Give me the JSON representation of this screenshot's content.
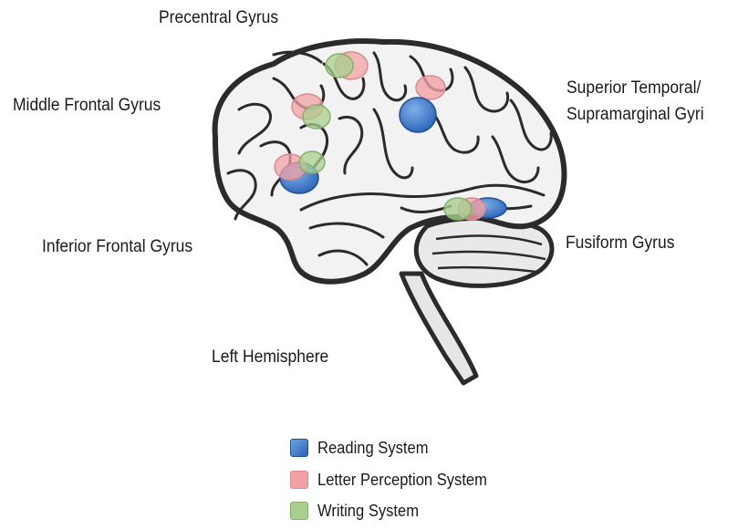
{
  "labels": {
    "precentral": "Precentral Gyrus",
    "middle_frontal": "Middle Frontal Gyrus",
    "superior_temporal_1": "Superior Temporal/",
    "superior_temporal_2": "Supramarginal Gyri",
    "inferior_frontal": "Inferior Frontal Gyrus",
    "fusiform": "Fusiform Gyrus",
    "hemisphere": "Left Hemisphere"
  },
  "legend": [
    {
      "label": "Reading System",
      "color": "#3a78c9"
    },
    {
      "label": "Letter Perception System",
      "color": "#f1a0a4"
    },
    {
      "label": "Writing System",
      "color": "#a8d08d"
    }
  ],
  "colors": {
    "reading": "#3a78c9",
    "letter": "#f1a0a4",
    "writing": "#a8d08d",
    "outline": "#2b2b2b",
    "brain_fill": "#f2f2f2"
  }
}
